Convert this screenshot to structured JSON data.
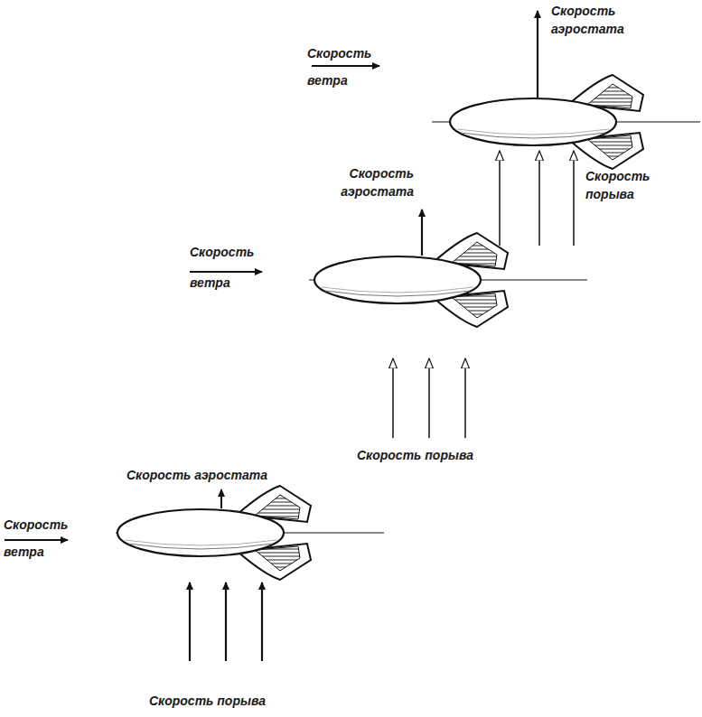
{
  "diagram": {
    "labels": [
      "Скорость аэростата",
      "Скорость ветра",
      "Скорость порыва",
      "Скорость аэростата",
      "Скорость ветра",
      "Скорость порыва",
      "Скорость аэростата",
      "Скорость ветра",
      "Скорость порыва"
    ]
  }
}
